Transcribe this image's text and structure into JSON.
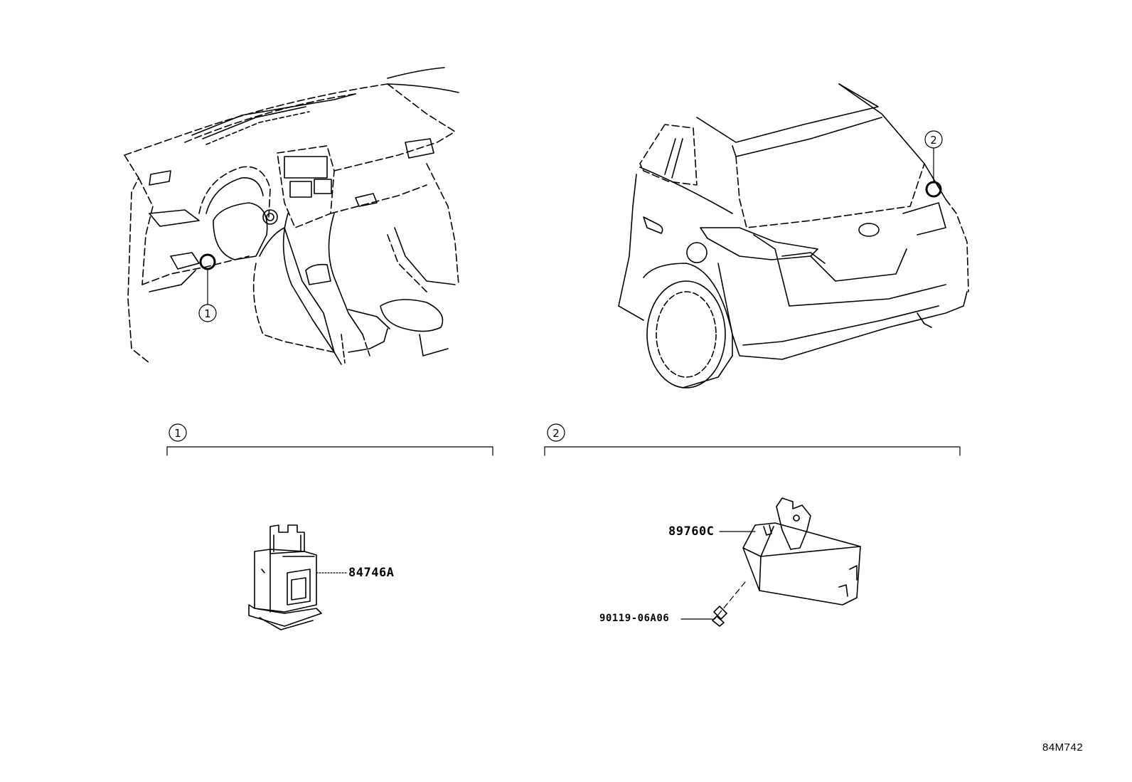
{
  "callouts": {
    "one": "1",
    "two": "2"
  },
  "parts": {
    "switch_part": "84746A",
    "module_part": "89760C",
    "bolt_part": "90119-06A06"
  },
  "illustration_code": "84M742",
  "colors": {
    "line": "#000000",
    "background": "#ffffff"
  }
}
